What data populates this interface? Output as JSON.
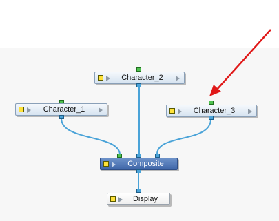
{
  "nodes": {
    "character_2": {
      "label": "Character_2"
    },
    "character_1": {
      "label": "Character_1"
    },
    "character_3": {
      "label": "Character_3"
    },
    "composite": {
      "label": "Composite"
    },
    "display": {
      "label": "Display"
    }
  },
  "colors": {
    "wire": "#4aa3d8",
    "arrow": "#e01818",
    "composite_node": "#4f74b5",
    "port_blue": "#4aa3d8",
    "port_green": "#4fc14f"
  },
  "icons": {
    "node_color_swatch": "yellow-square-icon",
    "node_play": "play-triangle-icon"
  }
}
